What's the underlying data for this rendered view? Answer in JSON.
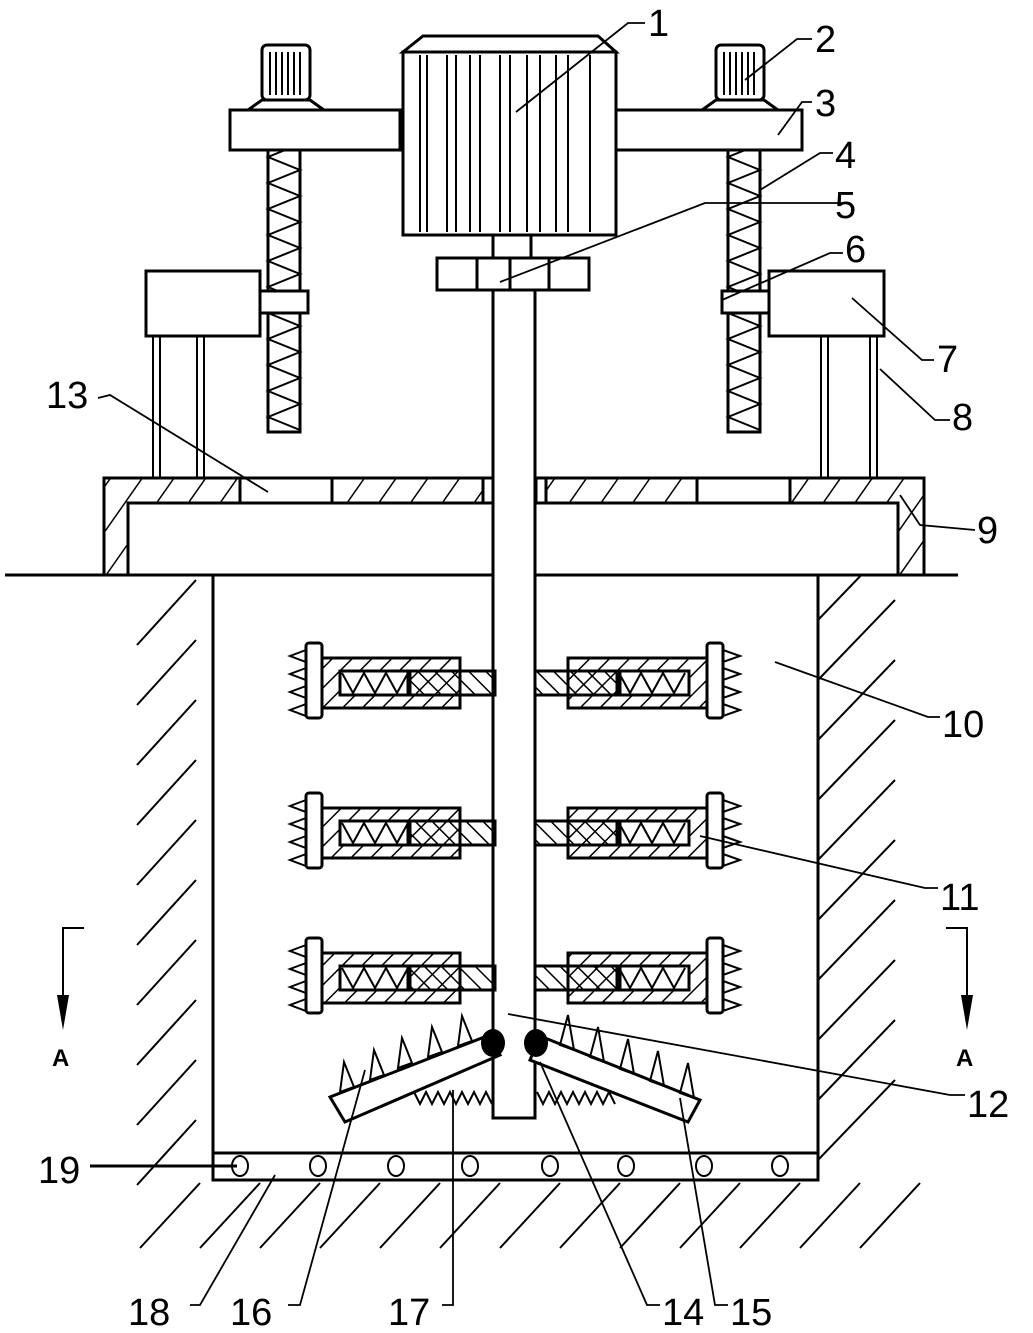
{
  "figure": {
    "type": "patent cross-section drawing",
    "section_marker": "A",
    "parts": [
      {
        "number": "1",
        "name": "motor"
      },
      {
        "number": "2",
        "name": "adjustment knob"
      },
      {
        "number": "3",
        "name": "support arm"
      },
      {
        "number": "4",
        "name": "threaded screw rod"
      },
      {
        "number": "5",
        "name": "coupling"
      },
      {
        "number": "6",
        "name": "threaded sleeve"
      },
      {
        "number": "7",
        "name": "mounting block"
      },
      {
        "number": "8",
        "name": "support post"
      },
      {
        "number": "9",
        "name": "cover"
      },
      {
        "number": "10",
        "name": "tank body"
      },
      {
        "number": "11",
        "name": "spring-loaded scraper assembly"
      },
      {
        "number": "12",
        "name": "stirring shaft"
      },
      {
        "number": "13",
        "name": "feed opening"
      },
      {
        "number": "14",
        "name": "hinge pin"
      },
      {
        "number": "15",
        "name": "inclined toothed blade"
      },
      {
        "number": "16",
        "name": "spike"
      },
      {
        "number": "17",
        "name": "tension spring"
      },
      {
        "number": "18",
        "name": "bottom plate"
      },
      {
        "number": "19",
        "name": "drain hole"
      }
    ]
  },
  "labels": {
    "l1": "1",
    "l2": "2",
    "l3": "3",
    "l4": "4",
    "l5": "5",
    "l6": "6",
    "l7": "7",
    "l8": "8",
    "l9": "9",
    "l10": "10",
    "l11": "11",
    "l12": "12",
    "l13": "13",
    "l14": "14",
    "l15": "15",
    "l16": "16",
    "l17": "17",
    "l18": "18",
    "l19": "19",
    "section_left": "A",
    "section_right": "A"
  }
}
